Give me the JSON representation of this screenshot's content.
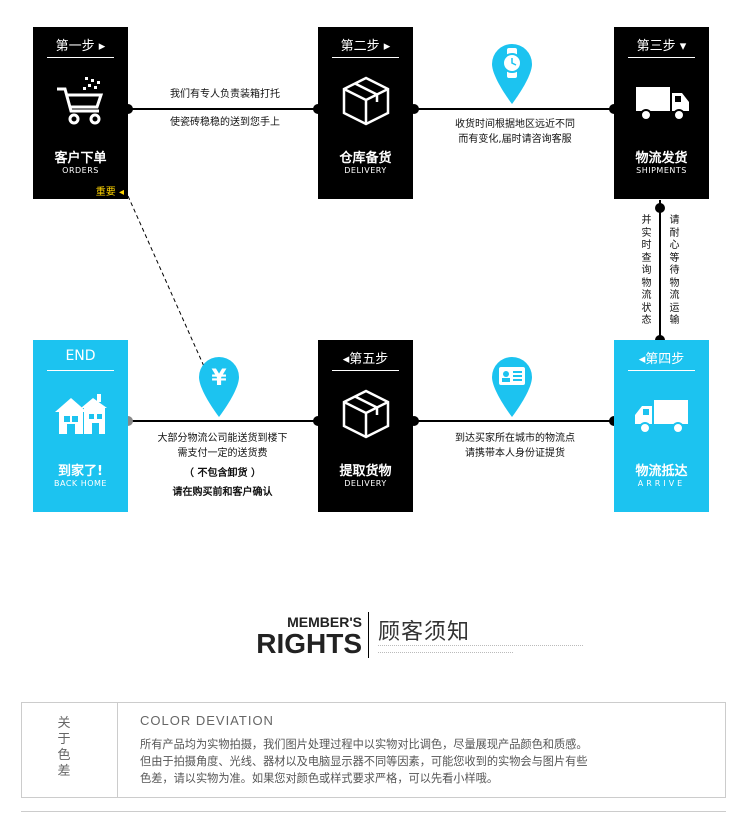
{
  "steps": {
    "s1": {
      "step": "第一步 ▸",
      "cn": "客户下单",
      "en": "ORDERS",
      "tag": "重要 ◂"
    },
    "s2": {
      "step": "第二步 ▸",
      "cn": "仓库备货",
      "en": "DELIVERY"
    },
    "s3": {
      "step": "第三步 ▾",
      "cn": "物流发货",
      "en": "SHIPMENTS"
    },
    "s4": {
      "step": "◂第四步",
      "cn": "物流抵达",
      "en": "ARRIVE"
    },
    "s5": {
      "step": "◂第五步",
      "cn": "提取货物",
      "en": "DELIVERY"
    },
    "end": {
      "step": "END",
      "cn": "到家了!",
      "en": "BACK HOME"
    }
  },
  "notes": {
    "n12_line1": "我们有专人负责装箱打托",
    "n12_line2": "使瓷砖稳稳的送到您手上",
    "n23_line1": "收货时间根据地区远近不同",
    "n23_line2": "而有变化,届时请咨询客服",
    "v_left": "并实时查询物流状态",
    "v_right": "请耐心等待物流运输",
    "n45_line1": "到达买家所在城市的物流点",
    "n45_line2": "请携带本人身份证提货",
    "n5e_line1": "大部分物流公司能送货到楼下",
    "n5e_line2": "需支付一定的送货费",
    "n5e_line3": "（ 不包含卸货 ）",
    "n5e_line4": "请在购买前和客户确认"
  },
  "members": {
    "title1": "MEMBER'S",
    "title2": "RIGHTS",
    "cn": "顾客须知"
  },
  "deviation": {
    "label": "关于色差",
    "heading": "COLOR DEVIATION",
    "line1": "所有产品均为实物拍摄，我们图片处理过程中以实物对比调色，尽量展现产品颜色和质感。",
    "line2": "但由于拍摄角度、光线、器材以及电脑显示器不同等因素，可能您收到的实物会与图片有些",
    "line3": "色差，请以实物为准。如果您对颜色或样式要求严格，可以先看小样哦。"
  },
  "icons": {
    "s1": "shopping-cart-icon",
    "s2": "box-icon",
    "s3": "truck-icon",
    "s4": "truck-icon",
    "s5": "box-icon",
    "end": "house-icon",
    "pin23": "watch-icon",
    "pin45": "id-card-icon",
    "pinYen": "yen-icon"
  },
  "colors": {
    "accent_blue": "#1cc3f0",
    "dark": "#000000",
    "tag_yellow": "#ffd400"
  }
}
